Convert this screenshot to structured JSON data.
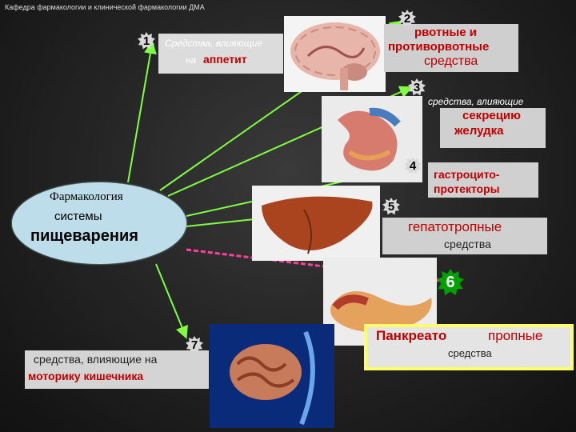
{
  "header": {
    "title": "Кафедра фармакологии и клинической фармакологии ДМА"
  },
  "center": {
    "line1": "Фармакология",
    "line2": "системы",
    "line3": "пищеварения"
  },
  "items": [
    {
      "num": "1",
      "line1": "Средства, влияющие",
      "line2a": "на",
      "line2b": "аппетит"
    },
    {
      "num": "2",
      "line1": "рвотные и",
      "line2": "противорвотные",
      "line3": "средства"
    },
    {
      "num": "3",
      "line1": "средства, влияющие",
      "line2": "секрецию",
      "line3": "желудка"
    },
    {
      "num": "4",
      "line1": "гастроцито-",
      "line2": "протекторы"
    },
    {
      "num": "5",
      "line1": "гепатотропные",
      "line2": "средства"
    },
    {
      "num": "6",
      "line1": "Панкреато",
      "line1b": "пропные",
      "line2": "средства"
    },
    {
      "num": "7",
      "line1": "средства, влияющие на",
      "line2": "моторику кишечника"
    }
  ],
  "colors": {
    "accent_red": "#c00000",
    "arrow_green": "#7fff3f",
    "arrow_pink": "#ff3fa0",
    "badge6": "#00a000",
    "center_bg": "#bdddea"
  }
}
